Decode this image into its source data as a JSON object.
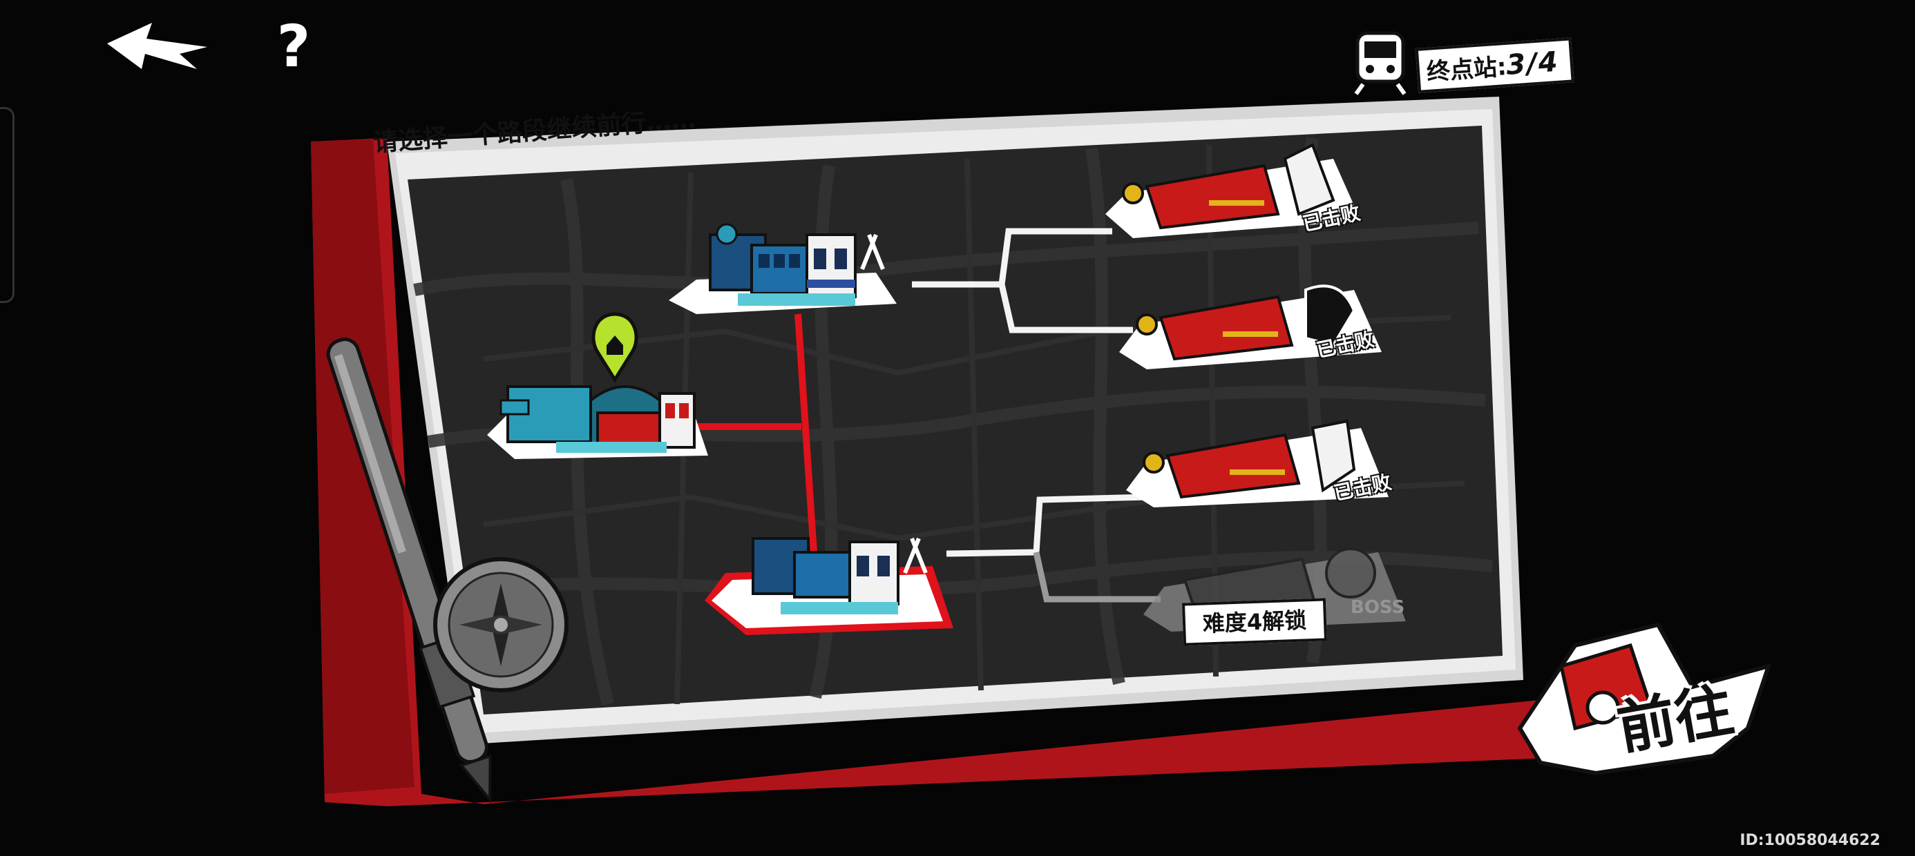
{
  "header": {
    "back_icon": "back-arrow-icon",
    "help_symbol": "?",
    "terminus": {
      "label": "终点站:",
      "value": "3/4",
      "icon": "train-icon"
    }
  },
  "map": {
    "instruction": "请选择一个路段继续前行……",
    "start_station": {
      "icon": "station-start-icon",
      "marker_icon": "location-pin-icon",
      "marker_color": "#b6e22e"
    },
    "stations": [
      {
        "icon": "station-icon",
        "state": "normal"
      },
      {
        "icon": "station-icon",
        "state": "selected"
      }
    ],
    "enemies": [
      {
        "icon": "wrecked-train-enemy-icon",
        "status": "已击败"
      },
      {
        "icon": "wrecked-train-enemy-icon",
        "status": "已击败"
      },
      {
        "icon": "wrecked-train-enemy-icon",
        "status": "已击败"
      },
      {
        "icon": "boss-enemy-icon",
        "lock_text": "难度4解锁",
        "badge": "BOSS"
      }
    ],
    "route_color": "#e0121b"
  },
  "action": {
    "go_label": "前往",
    "icon": "train-badge-icon"
  },
  "footer": {
    "player_id": "ID:10058044622"
  },
  "decor": {
    "pen_icon": "pen-icon",
    "compass_icon": "compass-icon"
  }
}
